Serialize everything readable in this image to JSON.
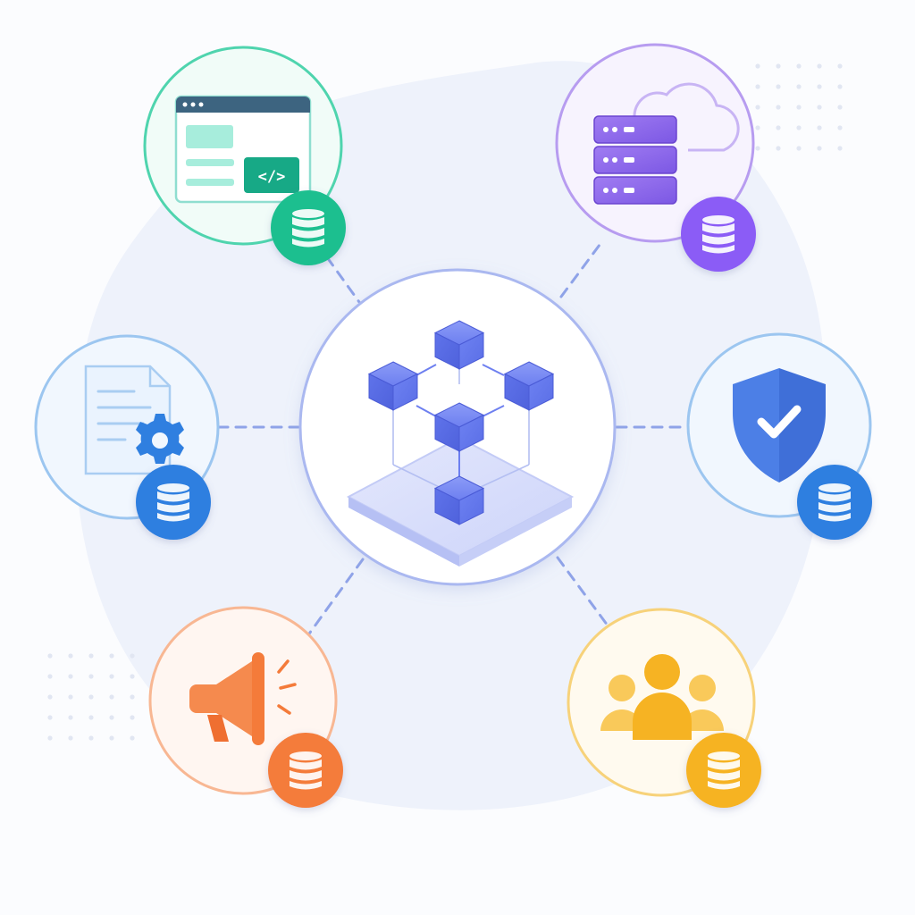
{
  "diagram": {
    "hub": {
      "name": "central-data-platform"
    },
    "nodes": [
      {
        "id": "web-app",
        "icon": "code-window-icon",
        "color": "#1fbf8f"
      },
      {
        "id": "cloud-servers",
        "icon": "server-cloud-icon",
        "color": "#8b5cf6"
      },
      {
        "id": "documents",
        "icon": "document-gear-icon",
        "color": "#2f7fe0"
      },
      {
        "id": "security",
        "icon": "shield-check-icon",
        "color": "#2f7fe0"
      },
      {
        "id": "marketing",
        "icon": "megaphone-icon",
        "color": "#f47b3a"
      },
      {
        "id": "users",
        "icon": "user-group-icon",
        "color": "#f6b323"
      }
    ],
    "badge_icon": "database-icon",
    "connector_style": "dashed"
  },
  "colors": {
    "hub": "#5b6ee8",
    "hub_ring": "#aab8f0",
    "connector": "#8fa3e8",
    "background_blob": "#eef2fb"
  }
}
